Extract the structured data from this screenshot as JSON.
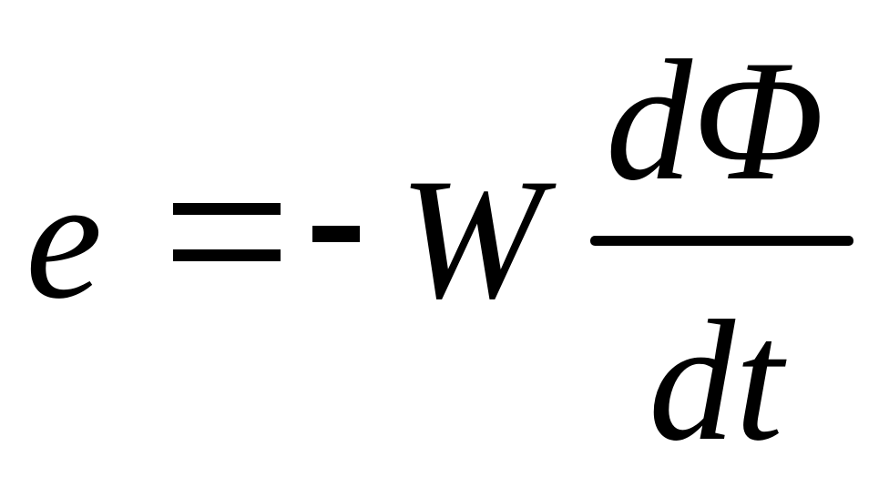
{
  "formula": {
    "lhs": "e",
    "minus_sign": "-",
    "coefficient": "W",
    "fraction": {
      "numerator": "dΦ",
      "denominator": "dt"
    }
  }
}
